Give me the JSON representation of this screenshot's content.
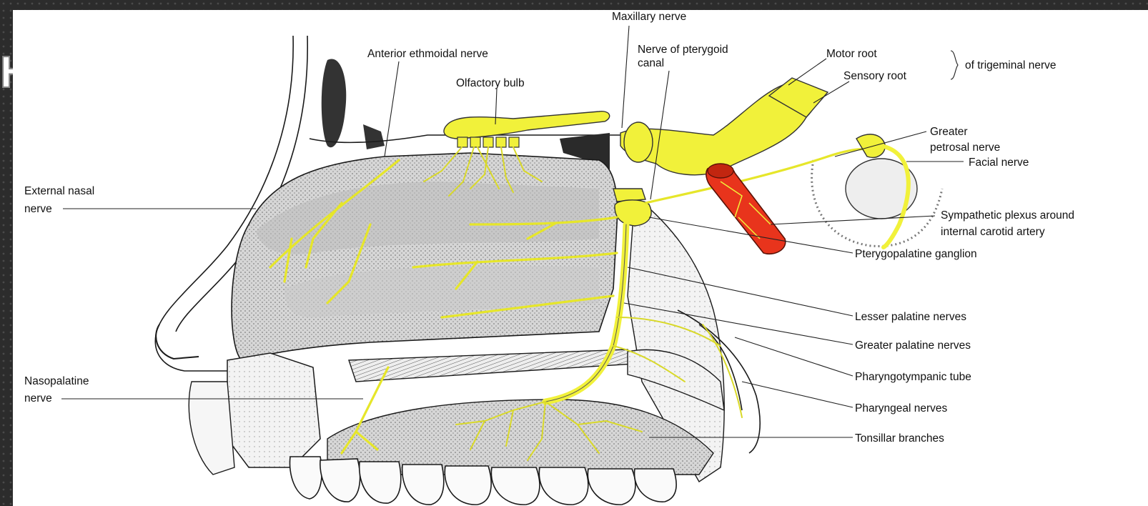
{
  "slide": {
    "title_fragment": "H"
  },
  "colors": {
    "nerve": "#f1f13a",
    "artery": "#e8341c",
    "background_dark": "#2c2c2c"
  },
  "labels": {
    "maxillary_nerve": "Maxillary nerve",
    "anterior_ethmoidal_nerve": "Anterior ethmoidal nerve",
    "nerve_of_pterygoid_canal_1": "Nerve of pterygoid",
    "nerve_of_pterygoid_canal_2": "canal",
    "olfactory_bulb": "Olfactory bulb",
    "motor_root": "Motor root",
    "sensory_root": "Sensory root",
    "of_trigeminal_nerve": "of trigeminal nerve",
    "greater_petrosal_nerve_1": "Greater",
    "greater_petrosal_nerve_2": "petrosal nerve",
    "facial_nerve": "Facial nerve",
    "external_nasal_nerve_1": "External nasal",
    "external_nasal_nerve_2": "nerve",
    "sympathetic_plexus_1": "Sympathetic plexus around",
    "sympathetic_plexus_2": "internal carotid artery",
    "pterygopalatine_ganglion": "Pterygopalatine ganglion",
    "lesser_palatine_nerves": "Lesser palatine nerves",
    "greater_palatine_nerves": "Greater palatine nerves",
    "pharyngotympanic_tube": "Pharyngotympanic tube",
    "nasopalatine_nerve_1": "Nasopalatine",
    "nasopalatine_nerve_2": "nerve",
    "pharyngeal_nerves": "Pharyngeal nerves",
    "tonsillar_branches": "Tonsillar branches"
  }
}
